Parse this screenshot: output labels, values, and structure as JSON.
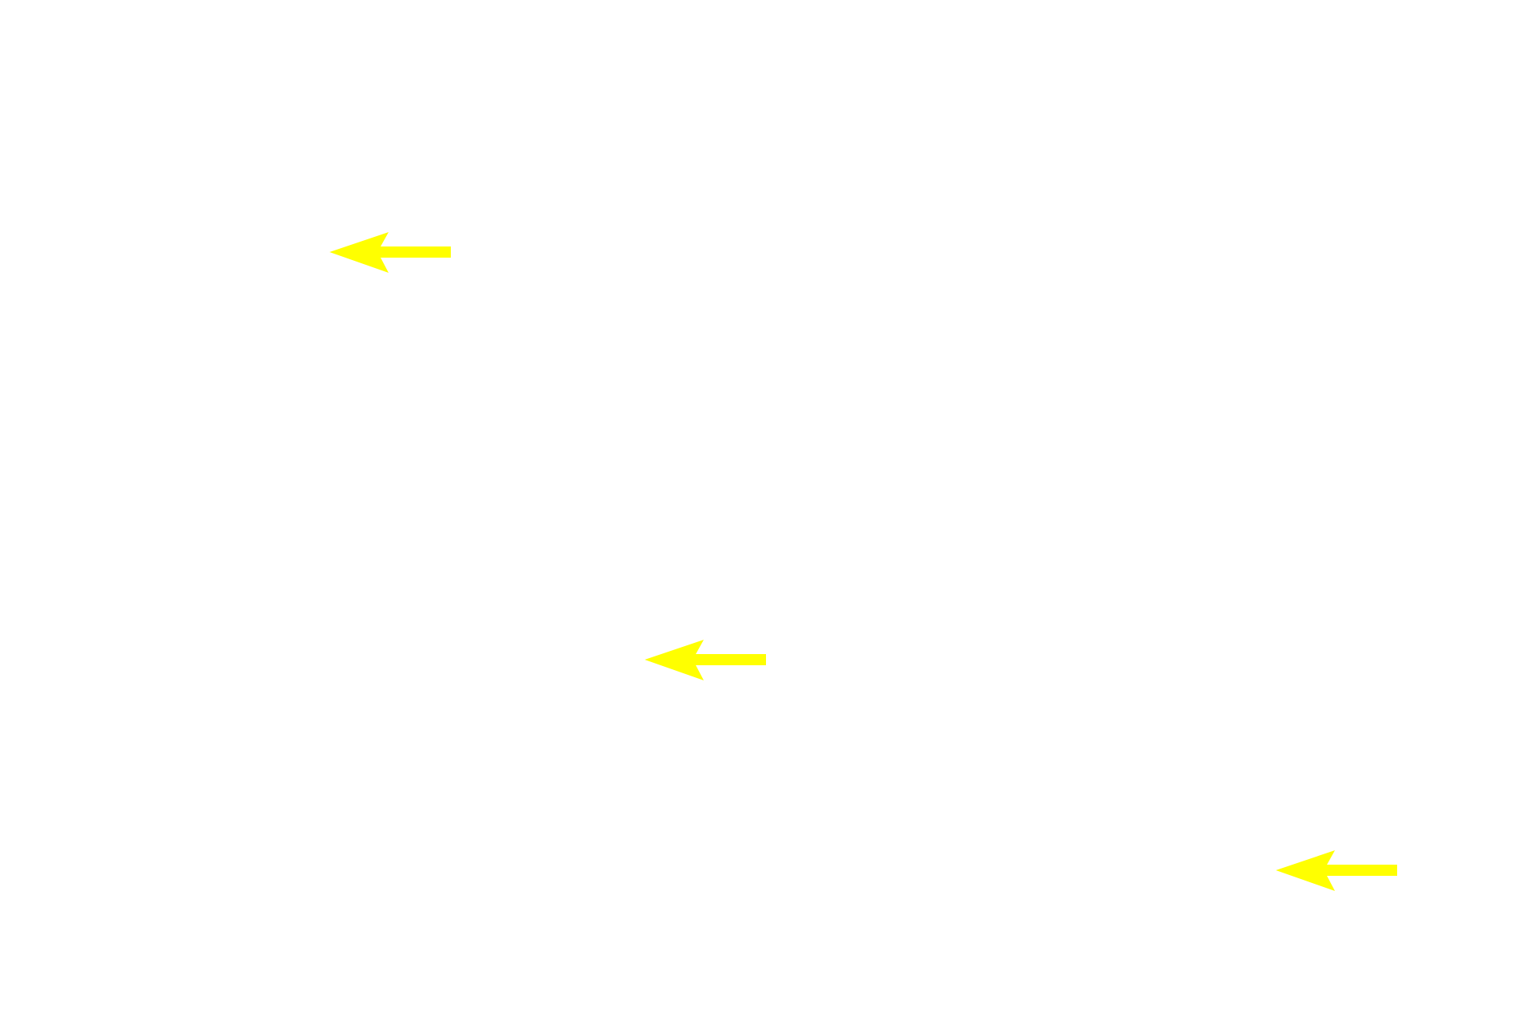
{
  "background_color": "#ffffff",
  "arrow_color": "#ffff00",
  "arrows": [
    {
      "icon": "arrow-left-icon",
      "direction": "left"
    },
    {
      "icon": "arrow-left-icon",
      "direction": "left"
    },
    {
      "icon": "arrow-left-icon",
      "direction": "left"
    }
  ]
}
